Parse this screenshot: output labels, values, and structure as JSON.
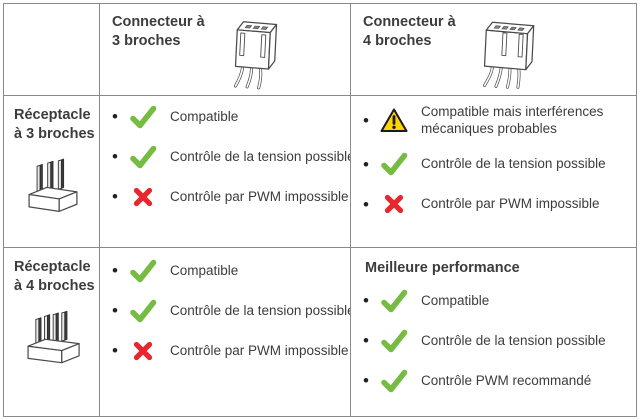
{
  "glyphs": {
    "bullet": "•"
  },
  "colors": {
    "check_green": "#76bc43",
    "cross_red": "#e8262d",
    "warning_yellow": "#ffd500",
    "border_gray": "#8a8a8a",
    "text_dark": "#3c3c3c"
  },
  "table": {
    "header": {
      "cells": [
        {
          "label": "Connecteur à 3 broches",
          "illustration": "connector-3pin"
        },
        {
          "label": "Connecteur à 4 broches",
          "illustration": "connector-4pin"
        }
      ]
    },
    "rows": [
      {
        "label": "Réceptacle à 3 broches",
        "illustration": "receptacle-3pin",
        "cells": [
          {
            "items": [
              {
                "icon": "check",
                "text": "Compatible"
              },
              {
                "icon": "check",
                "text": "Contrôle de la tension possible"
              },
              {
                "icon": "cross",
                "text": "Contrôle par PWM impossible"
              }
            ]
          },
          {
            "items": [
              {
                "icon": "warning",
                "text": "Compatible mais interférences mécaniques probables"
              },
              {
                "icon": "check",
                "text": "Contrôle de la tension possible"
              },
              {
                "icon": "cross",
                "text": "Contrôle par PWM impossible"
              }
            ]
          }
        ]
      },
      {
        "label": "Réceptacle à 4 broches",
        "illustration": "receptacle-4pin",
        "cells": [
          {
            "items": [
              {
                "icon": "check",
                "text": "Compatible"
              },
              {
                "icon": "check",
                "text": "Contrôle de la tension possible"
              },
              {
                "icon": "cross",
                "text": "Contrôle par PWM impossible"
              }
            ]
          },
          {
            "heading": "Meilleure performance",
            "items": [
              {
                "icon": "check",
                "text": "Compatible"
              },
              {
                "icon": "check",
                "text": "Contrôle de la tension possible"
              },
              {
                "icon": "check",
                "text": "Contrôle PWM recommandé"
              }
            ]
          }
        ]
      }
    ]
  }
}
